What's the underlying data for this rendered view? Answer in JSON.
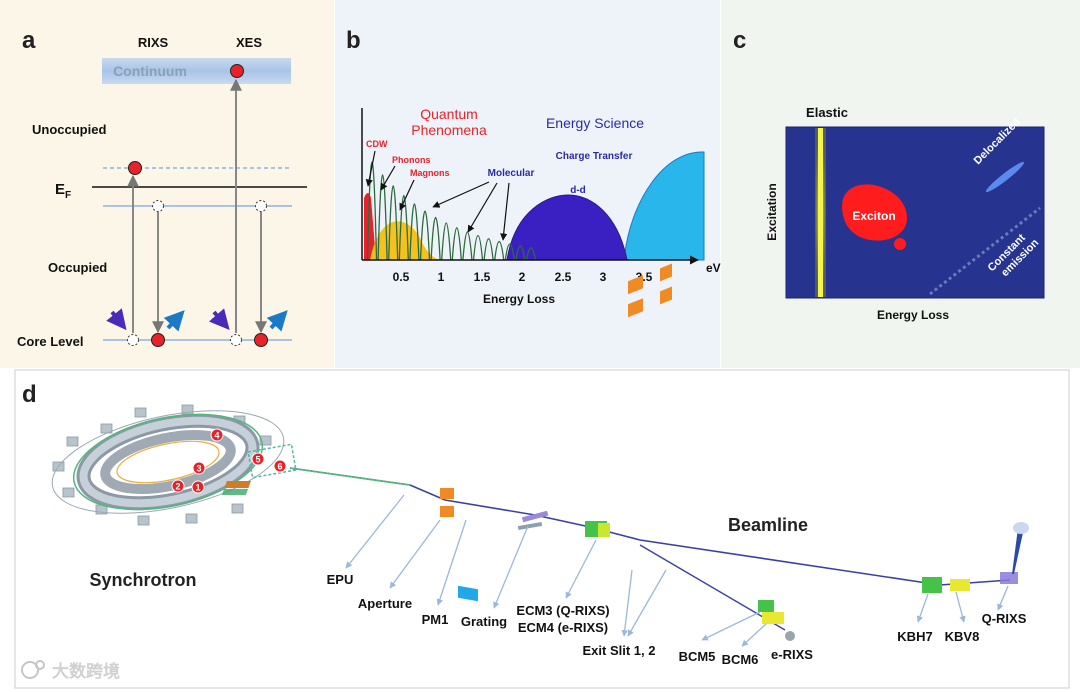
{
  "panel_letters": [
    "a",
    "b",
    "c",
    "d"
  ],
  "panel_a": {
    "rixs": "RIXS",
    "xes": "XES",
    "continuum": "Continuum",
    "unoccupied": "Unoccupied",
    "fermi_main": "E",
    "fermi_sub": "F",
    "occupied": "Occupied",
    "core_level": "Core Level"
  },
  "panel_b": {
    "quantum": [
      "Quantum",
      "Phenomena"
    ],
    "energy_science": "Energy Science",
    "charge_transfer": "Charge Transfer",
    "cdw": "CDW",
    "phonons": "Phonons",
    "magnons": "Magnons",
    "molecular": "Molecular",
    "dd": "d-d",
    "ev": "eV",
    "ticks": [
      "0.5",
      "1",
      "1.5",
      "2",
      "2.5",
      "3",
      "3.5"
    ],
    "xlabel": "Energy Loss"
  },
  "panel_c": {
    "elastic": "Elastic",
    "exciton": "Exciton",
    "delocalized": "Delocalized",
    "constant": [
      "Constant",
      "emission"
    ],
    "ylabel": "Excitation",
    "xlabel": "Energy Loss"
  },
  "panel_d": {
    "synchrotron": "Synchrotron",
    "beamline": "Beamline",
    "ring_markers": [
      "1",
      "2",
      "3",
      "4",
      "5",
      "6"
    ],
    "components": [
      "EPU",
      "Aperture",
      "PM1",
      "Grating",
      "ECM3 (Q-RIXS)",
      "ECM4 (e-RIXS)",
      "Exit Slit 1, 2",
      "BCM5",
      "BCM6",
      "e-RIXS",
      "KBH7",
      "KBV8",
      "Q-RIXS"
    ]
  },
  "watermark": "大数跨境",
  "colors": {
    "panel_a_bg": "#fcf6e8",
    "panel_b_bg": "#eef3f9",
    "panel_c_bg": "#f0f5ef",
    "map_bg": "#26338f",
    "red": "#e8222a",
    "beam": "#3a3fa8"
  }
}
